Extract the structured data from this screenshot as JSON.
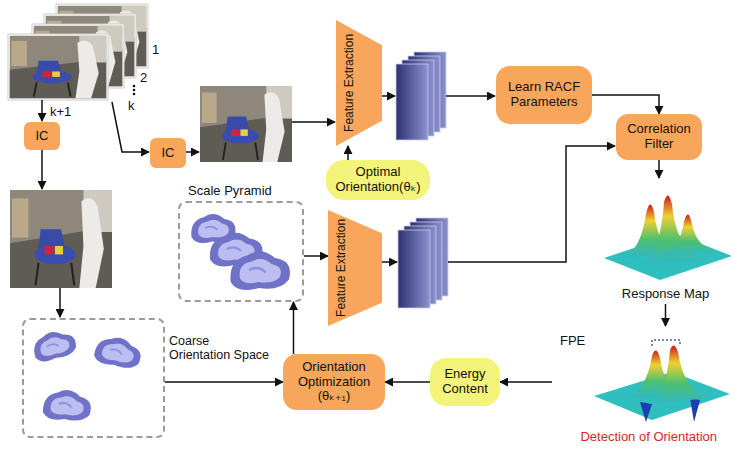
{
  "diagram": {
    "nodes": [
      {
        "text": [
          "IC"
        ]
      },
      {
        "text": [
          "Feature Extraction"
        ]
      },
      {
        "text": [
          "Optimal Orientation(θₖ)"
        ]
      },
      {
        "text": [
          "Learn RACF Parameters"
        ]
      },
      {
        "text": [
          "IC"
        ]
      },
      {
        "text": [
          "Detection of Orientation"
        ]
      },
      {
        "text": [
          "Correlation Filter"
        ],
        "in": 5
      },
      {
        "text": [
          "Scale Pyramid"
        ],
        "in": 5
      },
      {
        "text": [
          "Feature Extraction"
        ],
        "in": 5
      },
      {
        "text": [
          "Response Map"
        ],
        "in": 5
      },
      {
        "text": [
          "Coarse Orientation Space"
        ],
        "in": 5
      },
      {
        "text": [
          "Orientation Optimization (θₖ₊₁)"
        ],
        "in": 5
      },
      {
        "text": [
          "Energy Content"
        ],
        "in": 5
      },
      {
        "text": [
          "FPE"
        ],
        "in": 5
      }
    ],
    "edges": [
      {
        "from": 2,
        "to": 1,
        "arrow": "to"
      },
      {
        "from": 3,
        "to": 6,
        "arrow": "to"
      },
      {
        "from": 6,
        "to": 9,
        "arrow": "to"
      },
      {
        "from": 9,
        "to": 13,
        "arrow": "to"
      },
      {
        "from": 13,
        "to": 12,
        "arrow": "to"
      },
      {
        "from": 12,
        "to": 11,
        "arrow": "to"
      },
      {
        "from": 10,
        "to": 11,
        "arrow": "to"
      },
      {
        "from": 11,
        "to": 7,
        "arrow": "to"
      },
      {
        "from": 7,
        "to": 8,
        "arrow": "to"
      }
    ],
    "labels": [
      "1",
      "2",
      "k",
      "k+1"
    ]
  }
}
